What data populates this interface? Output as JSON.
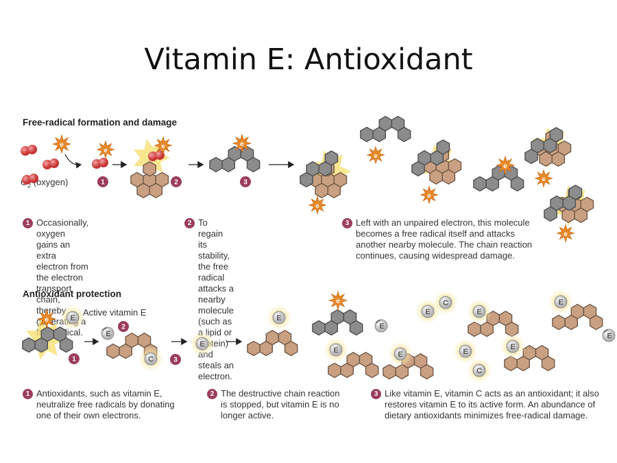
{
  "title": "Vitamin E: Antioxidant",
  "section1": {
    "heading": "Free-radical formation and damage",
    "oxygen_label": "O",
    "oxygen_sub": "2",
    "oxygen_rest": " (oxygen)",
    "captions": [
      {
        "num": "1",
        "lines": [
          "Occasionally, oxygen gains an",
          "extra electron from the electron",
          "transport chain, thereby",
          "generating a free radical."
        ]
      },
      {
        "num": "2",
        "lines": [
          "To regain its stability, the free",
          "radical attacks a nearby",
          "molecule (such as a lipid or",
          "protein) and steals an electron."
        ]
      },
      {
        "num": "3",
        "lines": [
          "Left with an unpaired electron, this molecule",
          "becomes a free radical itself and attacks",
          "another nearby molecule. The chain reaction",
          "continues, causing widespread damage."
        ]
      }
    ]
  },
  "section2": {
    "heading": "Antioxidant protection",
    "active_label": "Active vitamin E",
    "captions": [
      {
        "num": "1",
        "lines": [
          "Antioxidants, such as vitamin E,",
          "neutralize free radicals by donating",
          "one of their own electrons."
        ]
      },
      {
        "num": "2",
        "lines": [
          "The destructive chain reaction",
          "is stopped, but vitamin E is no",
          "longer active."
        ]
      },
      {
        "num": "3",
        "lines": [
          "Like vitamin E, vitamin C acts as an antioxidant; it also",
          "restores vitamin E to its active form. An abundance of",
          "dietary antioxidants minimizes free-radical damage."
        ]
      }
    ]
  },
  "labels": {
    "electron": "e",
    "vitE": "E",
    "vitC": "C",
    "step1": "1",
    "step2": "2",
    "step3": "3"
  },
  "colors": {
    "gray": "#8c8c8c",
    "tan": "#c9a081",
    "star": "#e88a2c",
    "maroon": "#9b3d5b",
    "oxygen": "#d84545",
    "glow": "#f4d96a"
  }
}
